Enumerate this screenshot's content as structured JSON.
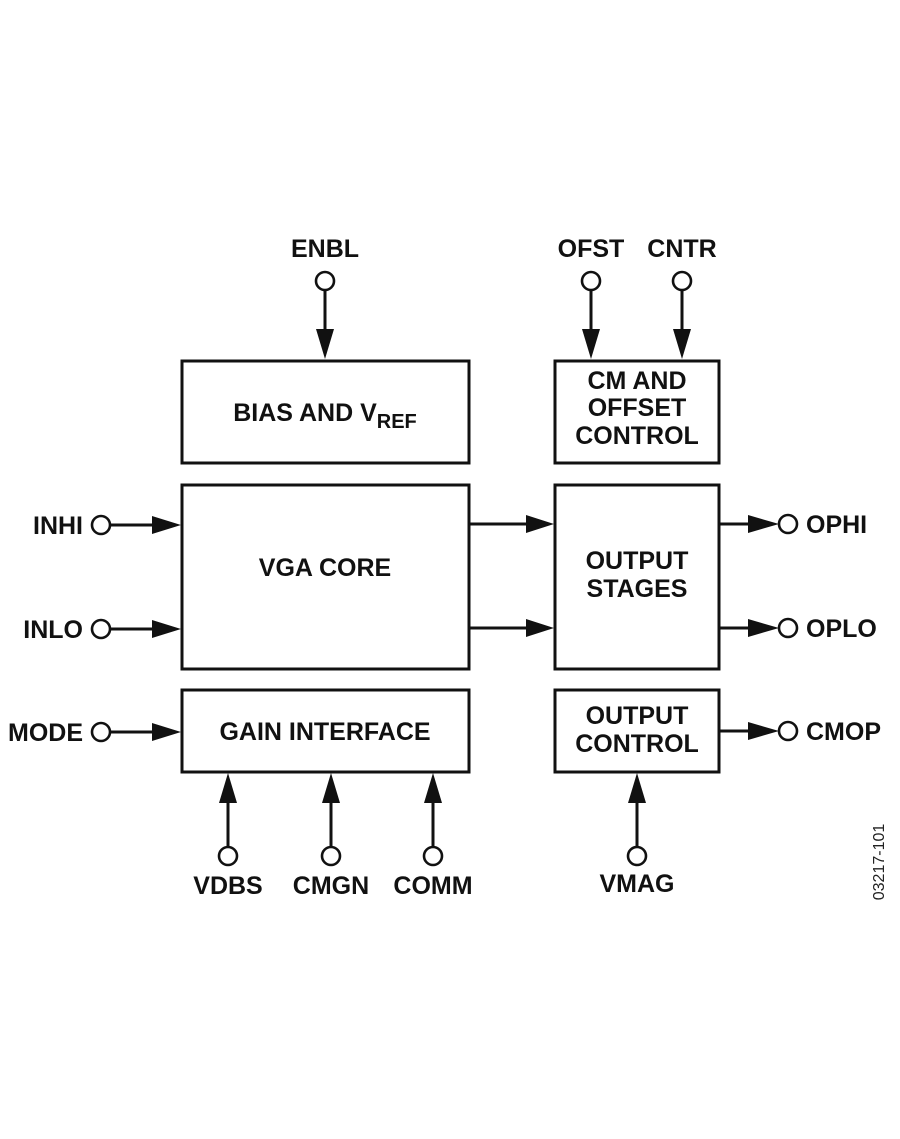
{
  "diagram": {
    "figure_id": "03217-101",
    "blocks": {
      "bias": {
        "label_main": "BIAS AND V",
        "label_sub": "REF"
      },
      "cm_offset": {
        "lines": [
          "CM AND",
          "OFFSET",
          "CONTROL"
        ]
      },
      "vga_core": {
        "lines": [
          "VGA CORE"
        ]
      },
      "output_stages": {
        "lines": [
          "OUTPUT",
          "STAGES"
        ]
      },
      "gain_interface": {
        "lines": [
          "GAIN INTERFACE"
        ]
      },
      "output_control": {
        "lines": [
          "OUTPUT",
          "CONTROL"
        ]
      }
    },
    "pins": {
      "enbl": "ENBL",
      "ofst": "OFST",
      "cntr": "CNTR",
      "inhi": "INHI",
      "inlo": "INLO",
      "mode": "MODE",
      "ophi": "OPHI",
      "oplo": "OPLO",
      "cmop": "CMOP",
      "vdbs": "VDBS",
      "cmgn": "CMGN",
      "comm": "COMM",
      "vmag": "VMAG"
    }
  }
}
